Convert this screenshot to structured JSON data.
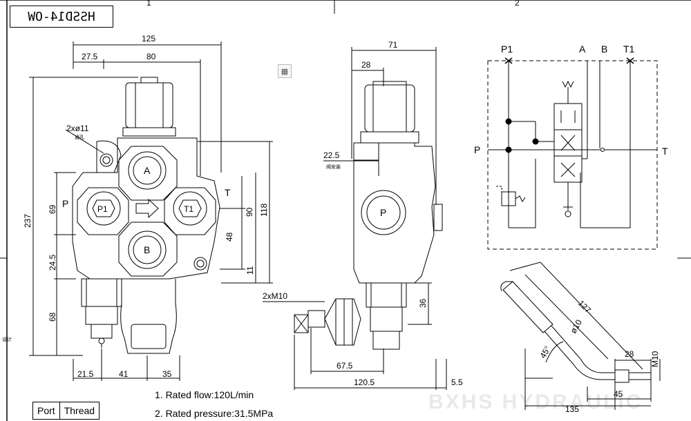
{
  "title_block": {
    "code": "HSSD14-OW"
  },
  "zone_numbers": [
    "1",
    "2"
  ],
  "front_view": {
    "dims": {
      "overall_width": "125",
      "left_offset": "27.5",
      "center_width": "80",
      "overall_height": "237",
      "p1_height": "69",
      "lower_offset": "24.5",
      "spool_length": "68",
      "left_bottom": "21.5",
      "mid_bottom": "41",
      "right_bottom": "35",
      "port_spacing": "90",
      "body_height": "118",
      "t_height": "48",
      "b_offset": "11"
    },
    "mount_hole": "2xø11",
    "mount_hole_note": "通孔",
    "ports": {
      "A": "A",
      "B": "B",
      "P1": "P1",
      "T1": "T1"
    },
    "side_labels": {
      "P": "P",
      "T": "T"
    }
  },
  "side_view": {
    "dims": {
      "overall_width": "71",
      "top_offset": "28",
      "port_offset": "22.5",
      "handle_offset": "67.5",
      "overall_depth": "120.5",
      "spacing": "5.5",
      "lower_height": "36"
    },
    "port_offset_note": "阀安装",
    "thread_label": "2xM10",
    "port": "P"
  },
  "schematic": {
    "labels": {
      "P1": "P1",
      "A": "A",
      "B": "B",
      "T1": "T1",
      "P": "P",
      "T": "T"
    }
  },
  "handle_view": {
    "dims": {
      "length": "127",
      "diameter": "ø10",
      "angle": "45°",
      "thread_length": "28",
      "thread": "M10",
      "offset": "45",
      "overall": "135"
    }
  },
  "notes": [
    "1. Rated flow:120L/min",
    "2. Rated pressure:31.5MPa"
  ],
  "table": {
    "headers": [
      "Port",
      "Thread"
    ]
  },
  "watermark": "BXHS HYDRAULIC",
  "side_margin_mark": "设计"
}
